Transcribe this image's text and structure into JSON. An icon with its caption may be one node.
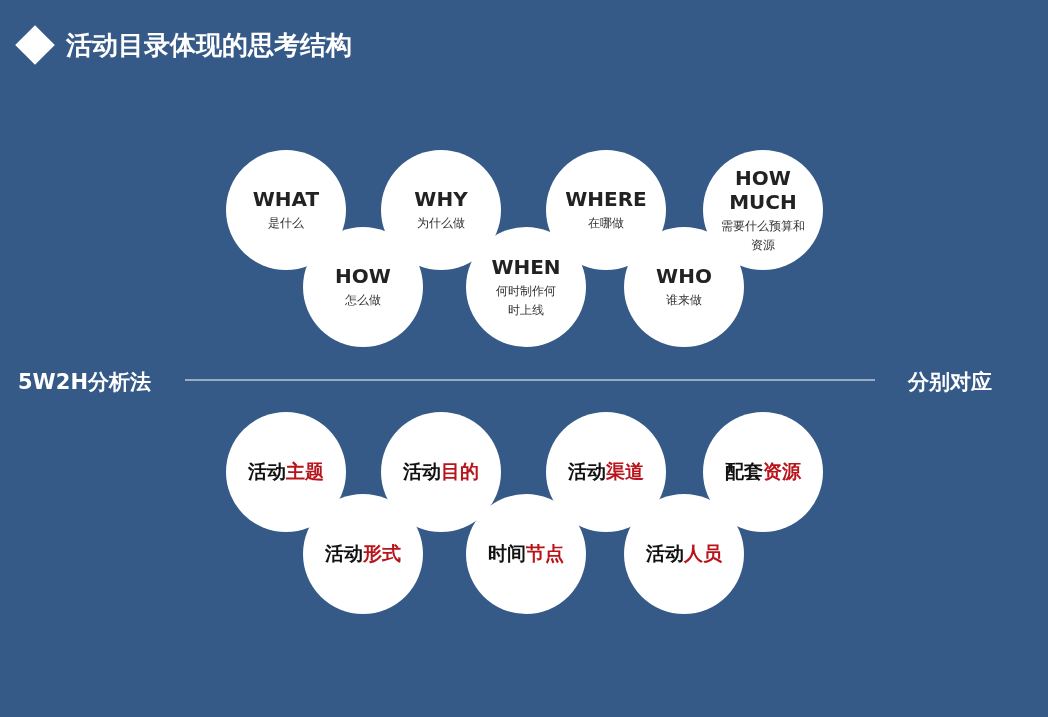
{
  "diagram": {
    "title": "活动目录体现的思考结构",
    "nodes": [
      {
        "text": [
          "WHAT",
          "是什么"
        ]
      },
      {
        "text": [
          "HOW",
          "怎么做"
        ]
      },
      {
        "text": [
          "WHY",
          "为什么做"
        ]
      },
      {
        "text": [
          "WHEN",
          "何时制作何时上线"
        ]
      },
      {
        "text": [
          "WHERE",
          "在哪做"
        ]
      },
      {
        "text": [
          "WHO",
          "谁来做"
        ]
      },
      {
        "text": [
          "HOW MUCH",
          "需要什么预算和资源"
        ]
      },
      {
        "text": [
          "活动**主题**"
        ]
      },
      {
        "text": [
          "活动**形式**"
        ]
      },
      {
        "text": [
          "活动**目的**"
        ]
      },
      {
        "text": [
          "时间**节点**"
        ]
      },
      {
        "text": [
          "活动**渠道**"
        ]
      },
      {
        "text": [
          "活动**人员**"
        ]
      },
      {
        "text": [
          "配套**资源**"
        ]
      }
    ],
    "labels": [
      "5W2H分析法",
      "分别对应"
    ]
  }
}
